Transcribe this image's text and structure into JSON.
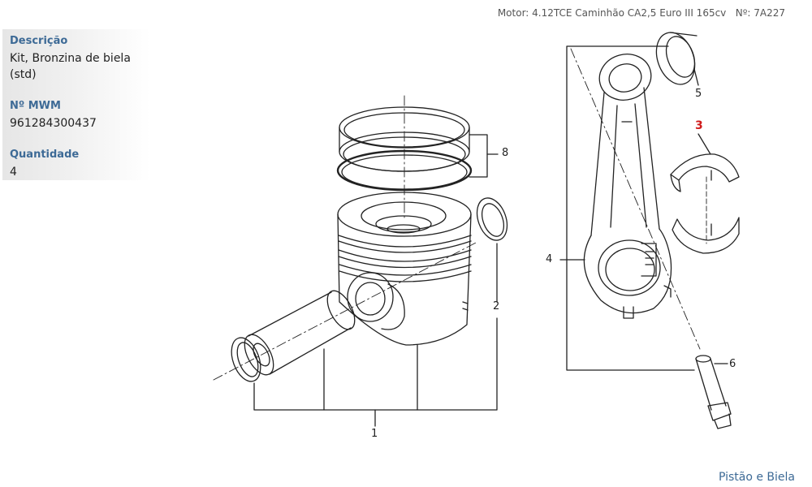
{
  "header": {
    "engine_label": "Motor: 4.12TCE Caminhão CA2,5 Euro III 165cv",
    "number_label": "Nº: 7A227"
  },
  "part_info": {
    "description_label": "Descrição",
    "description_value": "Kit, Bronzina de biela (std)",
    "mwm_label": "Nº MWM",
    "mwm_value": "961284300437",
    "quantity_label": "Quantidade",
    "quantity_value": "4"
  },
  "callouts": {
    "c1": "1",
    "c2": "2",
    "c3": "3",
    "c4": "4",
    "c5": "5",
    "c6": "6",
    "c8": "8"
  },
  "highlight_color": "#d01c1c",
  "footer": {
    "link": "Pistão e Biela"
  }
}
